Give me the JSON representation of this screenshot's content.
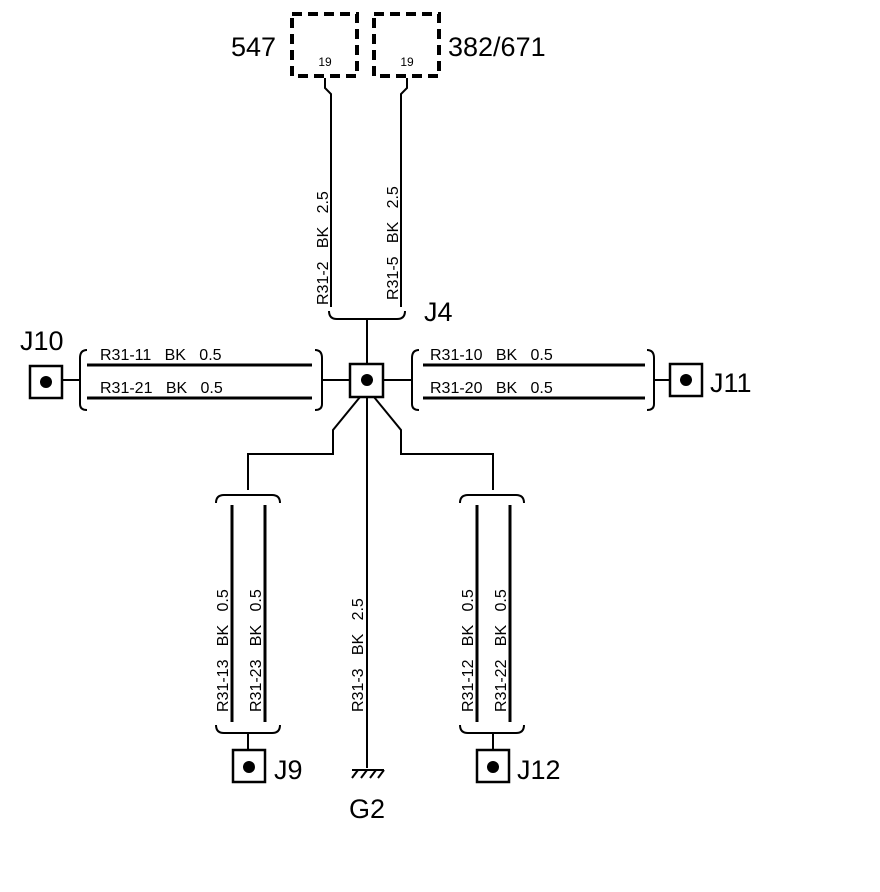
{
  "connectors": {
    "c547": {
      "label": "547",
      "pin": "19"
    },
    "c382": {
      "label": "382/671",
      "pin": "19"
    }
  },
  "splice": {
    "label": "J4"
  },
  "ground": {
    "label": "G2"
  },
  "terminals": {
    "j10": "J10",
    "j11": "J11",
    "j9": "J9",
    "j12": "J12"
  },
  "wires": {
    "r31_2": "R31-2   BK   2.5",
    "r31_5": "R31-5   BK   2.5",
    "r31_11": "R31-11   BK   0.5",
    "r31_21": "R31-21   BK   0.5",
    "r31_10": "R31-10   BK   0.5",
    "r31_20": "R31-20   BK   0.5",
    "r31_13": "R31-13   BK   0.5",
    "r31_23": "R31-23   BK   0.5",
    "r31_3": "R31-3   BK   2.5",
    "r31_12": "R31-12   BK   0.5",
    "r31_22": "R31-22   BK   0.5"
  }
}
